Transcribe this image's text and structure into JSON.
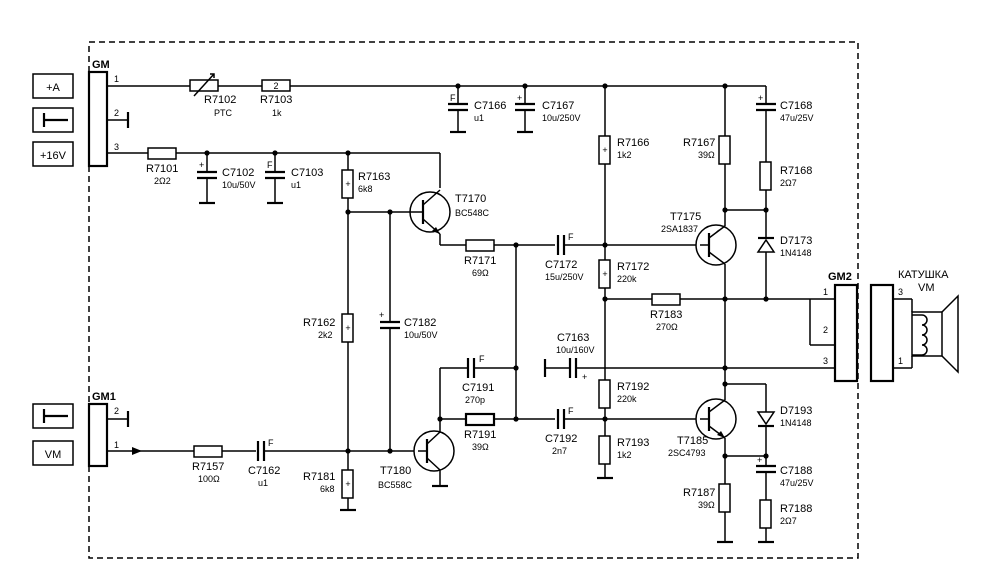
{
  "connectors": {
    "gm": {
      "name": "GM",
      "pins": [
        "1",
        "2",
        "3"
      ],
      "inputs": [
        "+A",
        "+16V"
      ]
    },
    "gm1": {
      "name": "GM1",
      "pins": [
        "2",
        "1"
      ],
      "inputs": [
        "VM"
      ]
    },
    "gm2": {
      "name": "GM2",
      "pins": [
        "1",
        "2",
        "3"
      ]
    },
    "coil": {
      "title": "КАТУШКА",
      "subtitle": "VM",
      "pins": [
        "3",
        "1"
      ]
    }
  },
  "components": {
    "R7102": {
      "ref": "R7102",
      "value": "PTC"
    },
    "R7103": {
      "ref": "R7103",
      "value": "1k"
    },
    "R7101": {
      "ref": "R7101",
      "value": "2Ω2"
    },
    "C7102": {
      "ref": "C7102",
      "value": "10u/50V"
    },
    "C7103": {
      "ref": "C7103",
      "value": "u1"
    },
    "C7166": {
      "ref": "C7166",
      "value": "u1"
    },
    "C7167": {
      "ref": "C7167",
      "value": "10u/250V"
    },
    "R7166": {
      "ref": "R7166",
      "value": "1k2"
    },
    "R7167": {
      "ref": "R7167",
      "value": "39Ω"
    },
    "C7168": {
      "ref": "C7168",
      "value": "47u/25V"
    },
    "R7168": {
      "ref": "R7168",
      "value": "2Ω7"
    },
    "R7163": {
      "ref": "R7163",
      "value": "6k8"
    },
    "T7170": {
      "ref": "T7170",
      "value": "BC548C"
    },
    "T7175": {
      "ref": "T7175",
      "value": "2SA1837"
    },
    "D7173": {
      "ref": "D7173",
      "value": "1N4148"
    },
    "R7171": {
      "ref": "R7171",
      "value": "69Ω"
    },
    "C7172": {
      "ref": "C7172",
      "value": "15u/250V"
    },
    "R7172": {
      "ref": "R7172",
      "value": "220k"
    },
    "R7183": {
      "ref": "R7183",
      "value": "270Ω"
    },
    "R7162": {
      "ref": "R7162",
      "value": "2k2"
    },
    "C7182": {
      "ref": "C7182",
      "value": "10u/50V"
    },
    "C7163": {
      "ref": "C7163",
      "value": "10u/160V"
    },
    "C7191": {
      "ref": "C7191",
      "value": "270p"
    },
    "R7191": {
      "ref": "R7191",
      "value": "39Ω"
    },
    "C7192": {
      "ref": "C7192",
      "value": "2n7"
    },
    "R7192": {
      "ref": "R7192",
      "value": "220k"
    },
    "R7193": {
      "ref": "R7193",
      "value": "1k2"
    },
    "T7185": {
      "ref": "T7185",
      "value": "2SC4793"
    },
    "D7193": {
      "ref": "D7193",
      "value": "1N4148"
    },
    "C7188": {
      "ref": "C7188",
      "value": "47u/25V"
    },
    "R7187": {
      "ref": "R7187",
      "value": "39Ω"
    },
    "R7188": {
      "ref": "R7188",
      "value": "2Ω7"
    },
    "R7157": {
      "ref": "R7157",
      "value": "100Ω"
    },
    "C7162": {
      "ref": "C7162",
      "value": "u1"
    },
    "R7181": {
      "ref": "R7181",
      "value": "6k8"
    },
    "T7180": {
      "ref": "T7180",
      "value": "BC558C"
    }
  },
  "marks": {
    "F": "F",
    "plus": "+",
    "two": "2"
  }
}
